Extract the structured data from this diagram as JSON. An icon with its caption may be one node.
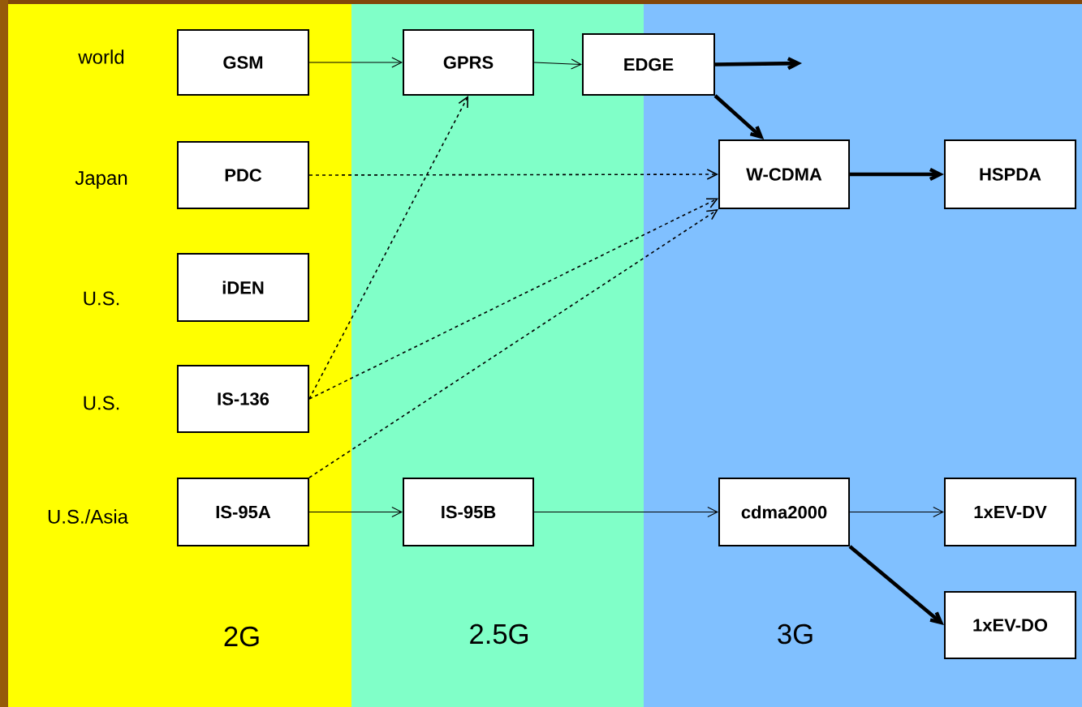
{
  "diagram": {
    "nodes": [
      {
        "text": [
          "2G"
        ]
      },
      {
        "text": [
          "2.5G"
        ]
      },
      {
        "text": [
          "3G"
        ]
      },
      {
        "text": [
          "GSM"
        ],
        "in": 0
      },
      {
        "text": [
          "GPRS"
        ],
        "in": 1
      },
      {
        "text": [
          "EDGE"
        ]
      },
      {
        "text": [
          "PDC"
        ],
        "in": 0
      },
      {
        "text": [
          "W-CDMA"
        ],
        "in": 2
      },
      {
        "text": [
          "HSPDA"
        ],
        "in": 2
      },
      {
        "text": [
          "iDEN"
        ],
        "in": 0
      },
      {
        "text": [
          "IS-136"
        ],
        "in": 0
      },
      {
        "text": [
          "IS-95A"
        ],
        "in": 0
      },
      {
        "text": [
          "IS-95B"
        ],
        "in": 1
      },
      {
        "text": [
          "cdma2000"
        ],
        "in": 2
      },
      {
        "text": [
          "1xEV-DV"
        ],
        "in": 2
      },
      {
        "text": [
          "1xEV-DO"
        ],
        "in": 2
      }
    ],
    "edges": [
      {
        "from": 3,
        "to": 4,
        "arrow": "to"
      },
      {
        "from": 4,
        "to": 5,
        "arrow": "to"
      },
      {
        "from": 5,
        "to": null,
        "arrow": "to",
        "style": "thick"
      },
      {
        "from": 5,
        "to": 7,
        "arrow": "to",
        "style": "thick"
      },
      {
        "from": 6,
        "to": 7,
        "arrow": "to",
        "style": "dashed"
      },
      {
        "from": 7,
        "to": 8,
        "arrow": "to",
        "style": "thick"
      },
      {
        "from": 10,
        "to": 4,
        "arrow": "to",
        "style": "dashed"
      },
      {
        "from": 10,
        "to": 7,
        "arrow": "to",
        "style": "dashed"
      },
      {
        "from": 11,
        "to": 7,
        "arrow": "to",
        "style": "dashed"
      },
      {
        "from": 11,
        "to": 12,
        "arrow": "to"
      },
      {
        "from": 12,
        "to": 13,
        "arrow": "to"
      },
      {
        "from": 13,
        "to": 14,
        "arrow": "to"
      },
      {
        "from": 13,
        "to": 15,
        "arrow": "to",
        "style": "thick"
      }
    ],
    "labels": [
      "world",
      "Japan",
      "U.S.",
      "U.S.",
      "U.S./Asia"
    ]
  }
}
